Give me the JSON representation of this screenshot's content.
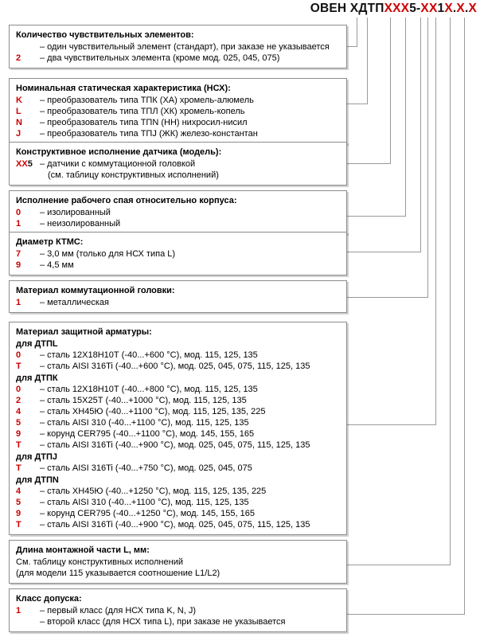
{
  "header": {
    "segments": [
      {
        "text": "ОВЕН ХДТП",
        "color": "black"
      },
      {
        "text": "ХХХ",
        "color": "red"
      },
      {
        "text": "5-",
        "color": "black"
      },
      {
        "text": "ХХ",
        "color": "red"
      },
      {
        "text": "1",
        "color": "black"
      },
      {
        "text": "Х",
        "color": "red"
      },
      {
        "text": ".",
        "color": "black"
      },
      {
        "text": "Х",
        "color": "red"
      },
      {
        "text": ".",
        "color": "black"
      },
      {
        "text": "Х",
        "color": "red"
      }
    ],
    "full_text": "ОВЕН ХДТПХХХ5-ХХ1Х.Х.Х"
  },
  "colors": {
    "code_red": "#cc0000",
    "text_black": "#000000",
    "border_gray": "#8c8c8c",
    "leader_gray": "#9a9a9a"
  },
  "sections": [
    {
      "title": "Количество чувствительных элементов:",
      "rows": [
        {
          "code": "",
          "desc": "– один чувствительный элемент (стандарт), при заказе не указывается"
        },
        {
          "code": "2",
          "desc": "– два чувствительных элемента (кроме мод. 025, 045, 075)"
        }
      ]
    },
    {
      "title": "Номинальная статическая характеристика (НСХ):",
      "rows": [
        {
          "code": "K",
          "desc": "– преобразователь типа ТПК (ХА) хромель-алюмель"
        },
        {
          "code": "L",
          "desc": "– преобразователь типа ТПЛ (ХК) хромель-копель"
        },
        {
          "code": "N",
          "desc": "– преобразователь типа ТПN (НН) нихросил-нисил"
        },
        {
          "code": "J",
          "desc": "– преобразователь типа ТПJ (ЖК) железо-константан"
        }
      ]
    },
    {
      "title": "Конструктивное исполнение датчика (модель):",
      "rows": [
        {
          "code": "ХХ",
          "code_suffix": "5",
          "desc": "– датчики с коммутационной головкой"
        }
      ],
      "note": "(см. таблицу конструктивных исполнений)"
    },
    {
      "title": "Исполнение рабочего спая относительно корпуса:",
      "rows": [
        {
          "code": "0",
          "desc": "– изолированный"
        },
        {
          "code": "1",
          "desc": "– неизолированный"
        }
      ]
    },
    {
      "title": "Диаметр КТМС:",
      "rows": [
        {
          "code": "7",
          "desc": "– 3,0 мм (только для НСХ типа L)"
        },
        {
          "code": "9",
          "desc": "– 4,5 мм"
        }
      ]
    },
    {
      "title": "Материал коммутационной головки:",
      "rows": [
        {
          "code": "1",
          "desc": "– металлическая"
        }
      ]
    },
    {
      "title": "Материал защитной арматуры:",
      "groups": [
        {
          "subtitle": "для ДТПL",
          "rows": [
            {
              "code": "0",
              "desc": "– сталь 12Х18Н10Т (-40...+600 °C), мод. 115, 125, 135"
            },
            {
              "code": "T",
              "desc": "– сталь AISI 316Ti (-40...+600 °C), мод. 025, 045, 075, 115, 125, 135"
            }
          ]
        },
        {
          "subtitle": "для ДТПК",
          "rows": [
            {
              "code": "0",
              "desc": "– сталь 12Х18Н10Т (-40...+800 °C), мод. 115, 125, 135"
            },
            {
              "code": "2",
              "desc": "– сталь 15Х25Т (-40...+1000 °C), мод. 115, 125, 135"
            },
            {
              "code": "4",
              "desc": "– сталь ХН45Ю (-40...+1100 °C), мод. 115, 125, 135, 225"
            },
            {
              "code": "5",
              "desc": "– сталь AISI 310 (-40...+1100 °C), мод. 115, 125, 135"
            },
            {
              "code": "9",
              "desc": "– корунд CER795 (-40...+1100 °C), мод. 145, 155, 165"
            },
            {
              "code": "T",
              "desc": "– сталь AISI 316Ti (-40...+900 °C), мод. 025, 045, 075, 115, 125, 135"
            }
          ]
        },
        {
          "subtitle": "для ДТПJ",
          "rows": [
            {
              "code": "T",
              "desc": "– сталь AISI 316Ti (-40...+750 °C), мод. 025, 045, 075"
            }
          ]
        },
        {
          "subtitle": "для ДТПN",
          "rows": [
            {
              "code": "4",
              "desc": "– сталь ХН45Ю (-40...+1250 °C), мод. 115, 125, 135, 225"
            },
            {
              "code": "5",
              "desc": "– сталь AISI 310 (-40...+1100 °C), мод. 115, 125, 135"
            },
            {
              "code": "9",
              "desc": "– корунд CER795 (-40...+1250 °C), мод. 145, 155, 165"
            },
            {
              "code": "T",
              "desc": "– сталь AISI 316Ti (-40...+900 °C), мод. 025, 045, 075, 115, 125, 135"
            }
          ]
        }
      ]
    },
    {
      "title": "Длина монтажной части L, мм:",
      "plain_lines": [
        "См. таблицу конструктивных исполнений",
        "(для модели 115 указывается соотношение L1/L2)"
      ]
    },
    {
      "title": "Класс допуска:",
      "rows": [
        {
          "code": "1",
          "desc": "– первый класс (для НСХ типа K, N, J)"
        },
        {
          "code": "",
          "desc": "– второй класс (для НСХ типа L), при заказе не указывается"
        }
      ]
    }
  ]
}
